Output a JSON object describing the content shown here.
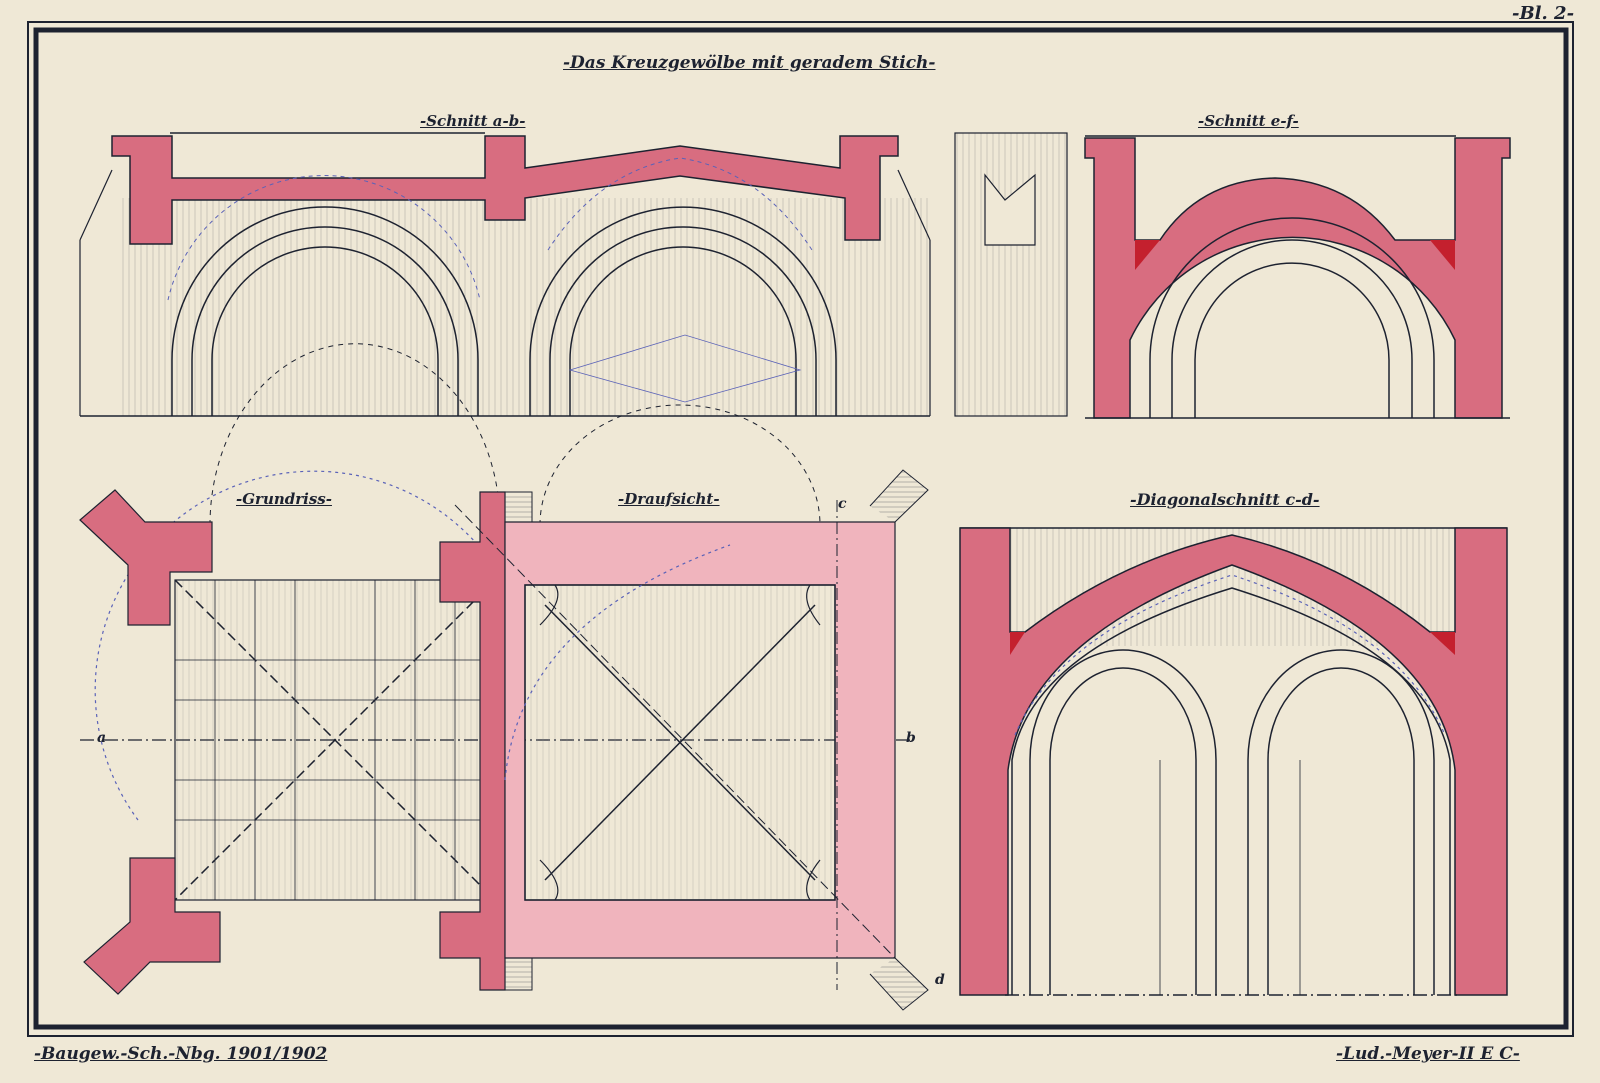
{
  "sheet": {
    "plate_number": "-Bl. 2-",
    "title": "-Das Kreuzgewölbe mit geradem Stich-",
    "footer_left": "-Baugew.-Sch.-Nbg. 1901/1902",
    "footer_right": "-Lud.-Meyer-II E C-"
  },
  "views": {
    "section_ab": "-Schnitt a-b-",
    "section_ef": "-Schnitt e-f-",
    "plan": "-Grundriss-",
    "top_view": "-Draufsicht-",
    "diagonal_section": "-Diagonalschnitt c-d-"
  },
  "markers": {
    "a": "a",
    "b": "b",
    "c": "c",
    "d": "d"
  },
  "colors": {
    "paper": "#efe8d6",
    "ink": "#1d2230",
    "masonry": "#d86d80",
    "masonry_light": "#f0b4bd",
    "construction_blue": "#5a62b8",
    "fill_red": "#c4202e"
  }
}
